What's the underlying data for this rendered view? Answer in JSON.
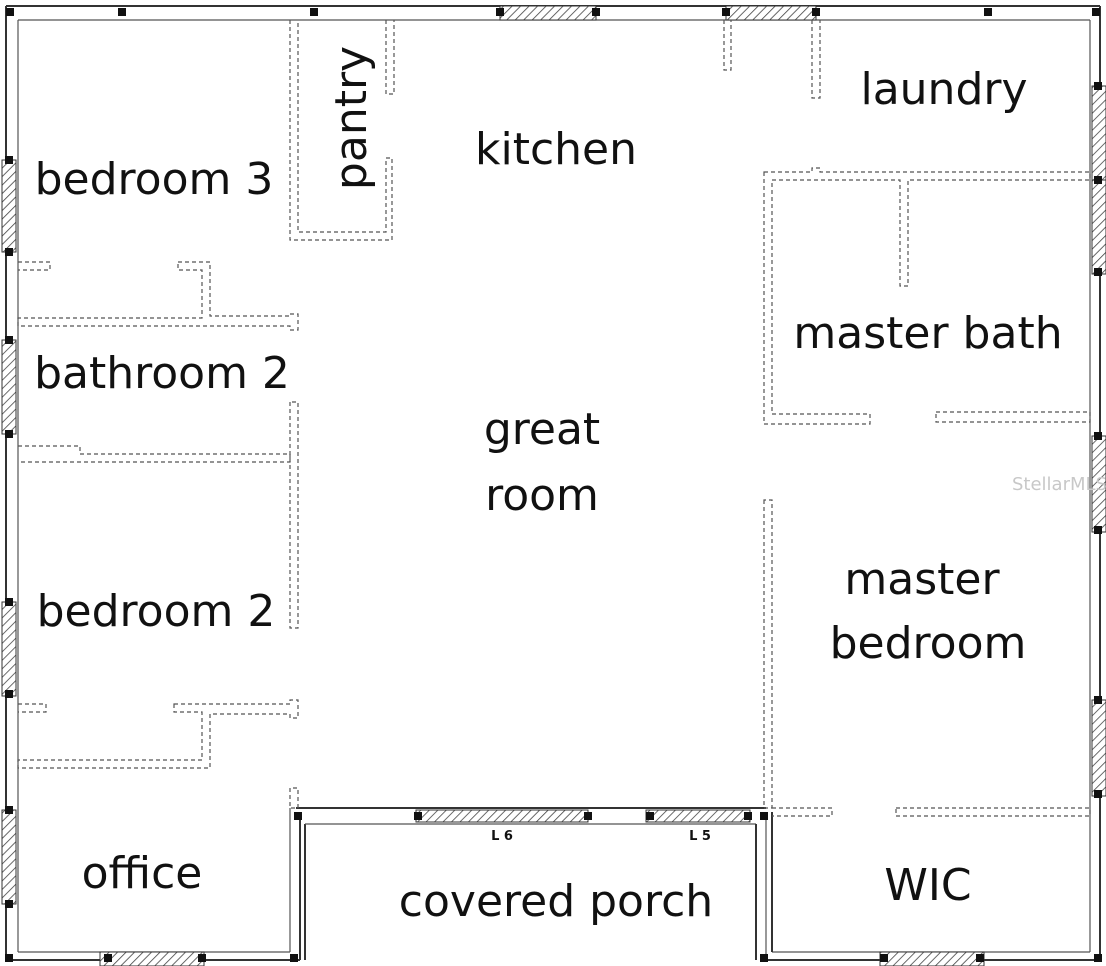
{
  "rooms": {
    "pantry": "pantry",
    "kitchen": "kitchen",
    "laundry": "laundry",
    "bedroom3": "bedroom 3",
    "bathroom2": "bathroom 2",
    "master_bath": "master bath",
    "great_room_line1": "great",
    "great_room_line2": "room",
    "bedroom2": "bedroom 2",
    "master_bedroom_line1": "master",
    "master_bedroom_line2": "bedroom",
    "office": "office",
    "covered_porch": "covered porch",
    "wic": "WIC"
  },
  "marks": {
    "l6": "L 6",
    "l5": "L 5"
  },
  "watermark": "StellarMLS"
}
